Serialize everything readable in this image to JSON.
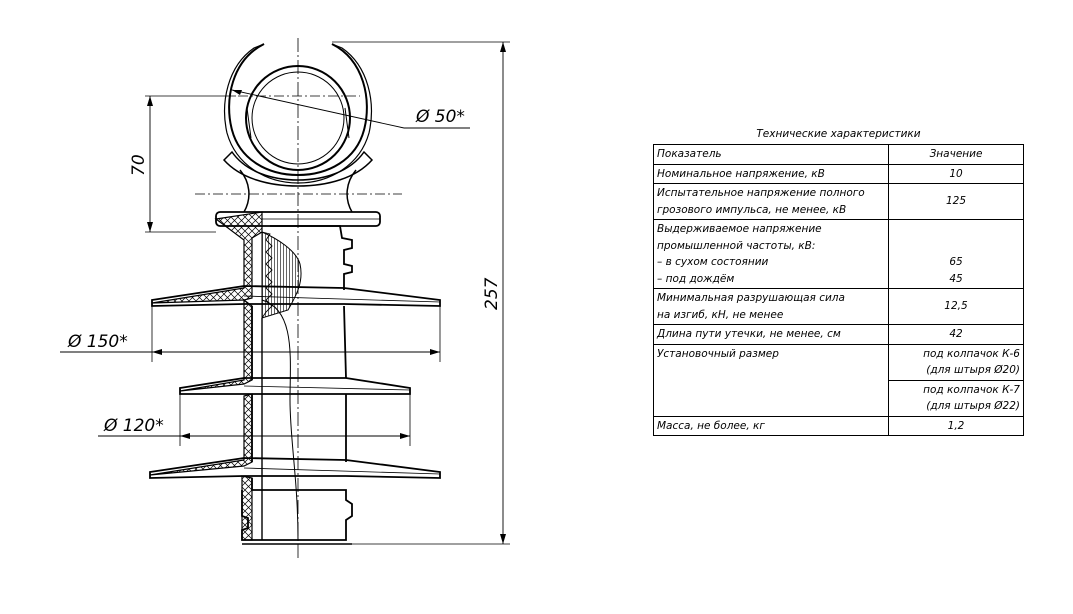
{
  "drawing": {
    "dims": {
      "d50": "Ø 50*",
      "d150": "Ø 150*",
      "d120": "Ø 120*",
      "h70": "70",
      "h257": "257"
    }
  },
  "table": {
    "title": "Технические характеристики",
    "header": {
      "param": "Показатель",
      "value": "Значение"
    },
    "rows": {
      "voltage": {
        "label": "Номинальное напряжение, кВ",
        "value": "10"
      },
      "impulse": {
        "label": "Испытательное напряжение полного\nгрозового импульса, не менее, кВ",
        "value": "125"
      },
      "withstand": {
        "label": "Выдерживаемое напряжение\nпромышленной частоты, кВ:\n– в сухом состоянии\n– под дождём",
        "value": "65\n45"
      },
      "bending": {
        "label": "Минимальная разрушающая сила\nна изгиб, кН, не менее",
        "value": "12,5"
      },
      "creepage": {
        "label": "Длина пути утечки, не менее, см",
        "value": "42"
      },
      "mounting": {
        "label": "Установочный размер",
        "value1": "под колпачок К-6\n(для штыря Ø20)",
        "value2": "под колпачок К-7\n(для штыря Ø22)"
      },
      "mass": {
        "label": "Масса, не более, кг",
        "value": "1,2"
      }
    }
  }
}
